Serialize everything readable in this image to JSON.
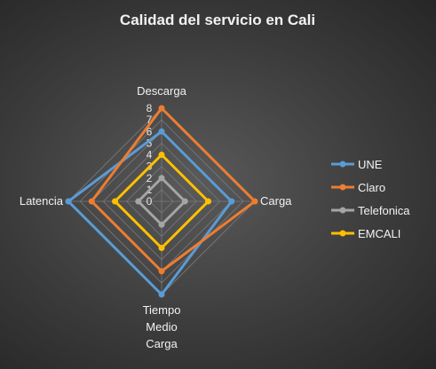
{
  "chart_data": {
    "type": "radar",
    "title": "Calidad del servicio en Cali",
    "axes": [
      "Descarga",
      "Carga",
      "Tiempo Medio Carga",
      "Latencia"
    ],
    "axis_label_lines": [
      [
        "Descarga"
      ],
      [
        "Carga"
      ],
      [
        "Tiempo",
        "Medio",
        "Carga"
      ],
      [
        "Latencia"
      ]
    ],
    "ticks": [
      0,
      1,
      2,
      3,
      4,
      5,
      6,
      7,
      8
    ],
    "range": [
      0,
      8
    ],
    "grid": true,
    "legend_position": "right",
    "series": [
      {
        "name": "UNE",
        "color": "#5b9bd5",
        "values": [
          6,
          6,
          8,
          8
        ]
      },
      {
        "name": "Claro",
        "color": "#ed7d31",
        "values": [
          8,
          8,
          6,
          6
        ]
      },
      {
        "name": "Telefonica",
        "color": "#a5a5a5",
        "values": [
          2,
          2,
          2,
          2
        ]
      },
      {
        "name": "EMCALI",
        "color": "#ffc000",
        "values": [
          4,
          4,
          4,
          4
        ]
      }
    ]
  }
}
